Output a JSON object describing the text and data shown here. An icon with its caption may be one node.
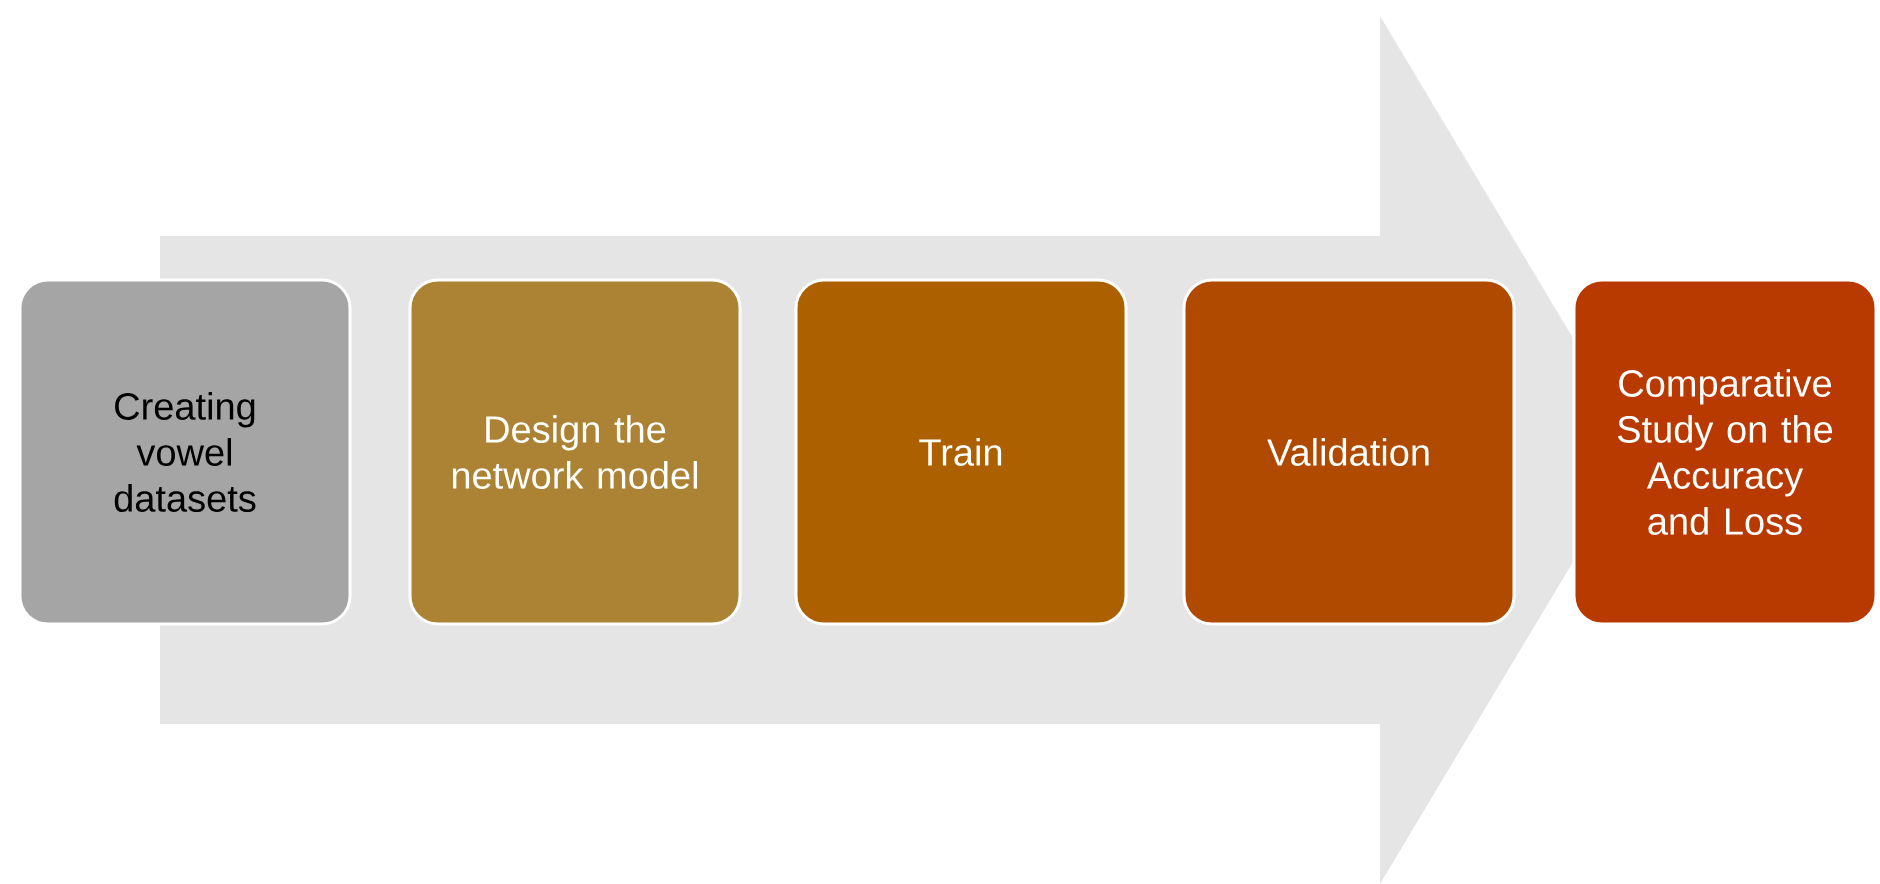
{
  "diagram": {
    "nodes": [
      {
        "text": [
          "Creating vowel datasets"
        ]
      },
      {
        "text": [
          "Design the network model"
        ]
      },
      {
        "text": [
          "Train"
        ]
      },
      {
        "text": [
          "Validation"
        ]
      },
      {
        "text": [
          "Comparative Study on the Accuracy and Loss"
        ]
      }
    ],
    "edges": [
      {
        "from": 0,
        "to": 4,
        "arrow": "to"
      }
    ]
  }
}
